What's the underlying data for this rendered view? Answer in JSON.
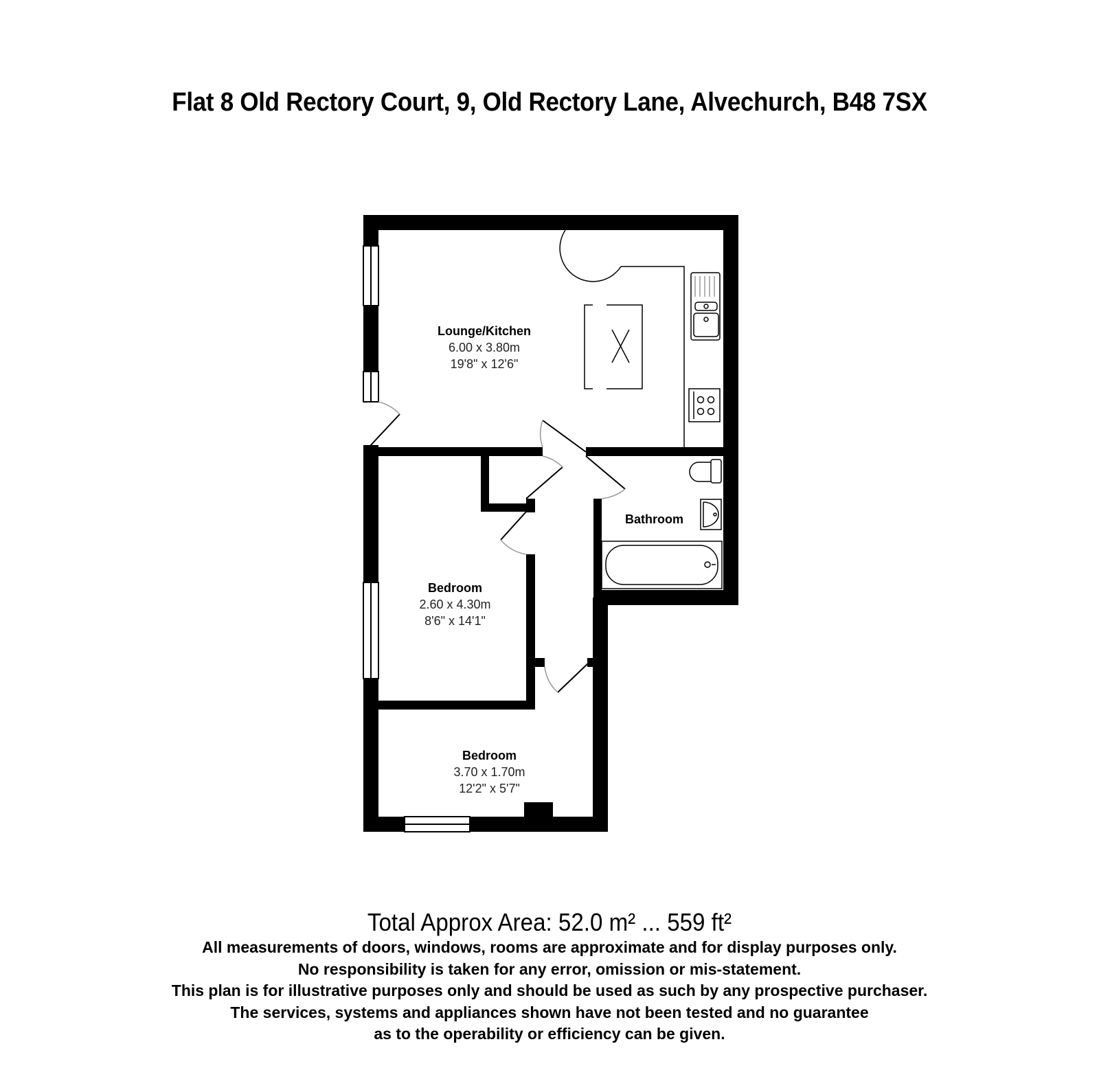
{
  "title": "Flat 8 Old Rectory Court, 9, Old Rectory Lane, Alvechurch, B48 7SX",
  "rooms": [
    {
      "name": "Lounge/Kitchen",
      "metric": "6.00 x 3.80m",
      "imperial": "19'8\" x 12'6\""
    },
    {
      "name": "Bathroom"
    },
    {
      "name": "Bedroom",
      "metric": "2.60 x 4.30m",
      "imperial": "8'6\" x 14'1\""
    },
    {
      "name": "Bedroom",
      "metric": "3.70 x 1.70m",
      "imperial": "12'2\" x 5'7\""
    }
  ],
  "fixtures": [
    "sink-icon",
    "hob-icon",
    "dining-table-icon",
    "toilet-icon",
    "basin-icon",
    "bath-icon"
  ],
  "colors": {
    "wall": "#000000",
    "background": "#ffffff",
    "door_arc": "#999999"
  },
  "footer": {
    "total_area": "Total Approx Area: 52.0 m² ... 559 ft²",
    "disclaimer": [
      "All measurements of doors, windows, rooms are approximate and for display purposes only.",
      "No responsibility is taken for any error, omission or mis-statement.",
      "This plan is for illustrative purposes only and should be used as such by any prospective purchaser.",
      "The services, systems and appliances shown have not been tested and no guarantee",
      "as to the operability or efficiency can be given."
    ]
  }
}
